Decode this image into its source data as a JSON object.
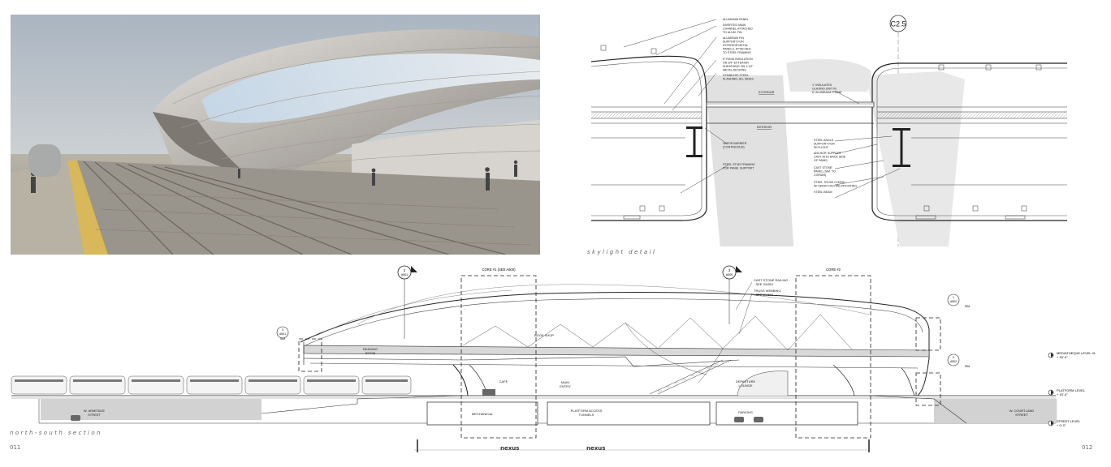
{
  "render": {
    "alt": ""
  },
  "detail": {
    "grid_tag": "C2.5",
    "caption": "skylight detail",
    "callouts_left": [
      "ALUMINUM PANEL",
      "INVERTED MAIN",
      "CHANNEL ATTACHED",
      "TO ALUM. FIN",
      "ALUMINUM FIN",
      "SUPPORT FOR",
      "EXTERIOR METAL",
      "PANELS. ATTACHED",
      "TO STEEL FRAMING",
      "6\" RIGID INSULATION",
      "ON 3/4\" EXTERIOR",
      "SHEATHING ON 1-1/2\"",
      "METAL DECKING",
      "STAINLESS STEEL",
      "FLASHING, ALL SIDES"
    ],
    "callouts_right": [
      "1\" INSULATED",
      "GLAZING UNIT IN",
      "6\" ALUMINUM FRAME"
    ],
    "label_exterior": "EXTERIOR",
    "label_interior": "INTERIOR",
    "callouts_mid_left": [
      "VAPOR BARRIER",
      "(CONTINUOUS)",
      "STEEL STUD FRAMING",
      "FOR PANEL SUPPORT"
    ],
    "callouts_mid_right": [
      "STEEL ANGLE",
      "SUPPORT FOR",
      "SKYLIGHT",
      "ANCHOR SUPPORT",
      "CAST INTO BACK SIDE",
      "OF PANEL",
      "CAST STONE",
      "PANEL (SIM. TO",
      "CORIAN)",
      "STEEL TRUSS CHORD",
      "W/ SPRAY-ON FIRE-PROOFING",
      "STEEL BEAM"
    ]
  },
  "section": {
    "caption": "north-south section",
    "marker_2_a501": [
      "2",
      "A501"
    ],
    "marker_3_a500": [
      "3",
      "A500"
    ],
    "marker_3_a501_sim": [
      "3",
      "A501",
      "SIM"
    ],
    "marker_1_a500_sim": [
      "1",
      "A500",
      "SIM"
    ],
    "marker_2_a502_sim": [
      "2",
      "A502",
      "SIM"
    ],
    "core1": "CORE #1 (SEE A500)",
    "core2": "CORE #2",
    "callout_railing": [
      "CAST STONE RAILING",
      "- SEE 3/A501"
    ],
    "callout_truss": [
      "TRUSS WEBBING",
      "- SEE 2/A501"
    ],
    "rooms": {
      "reading_room": [
        "READING",
        "ROOM"
      ],
      "book_shop": "BOOK SHOP",
      "cafe": "CAFE",
      "main_entry": [
        "MAIN",
        "ENTRY"
      ],
      "departure_lounge": [
        "DEPARTURE",
        "LOUNGE"
      ],
      "mechanical": "MECHANICAL",
      "platform_tunnels": [
        "PLATFORM ACCESS",
        "TUNNELS"
      ],
      "parking": "PARKING"
    },
    "streets": {
      "armitage": [
        "W. ARMITAGE",
        "STREET"
      ],
      "courtland": [
        "W. COURTLAND",
        "STREET"
      ]
    },
    "levels": [
      [
        "MEDIATHEQUE LEVEL 01",
        "+ 33'-0\""
      ],
      [
        "PLATFORM LEVEL",
        "+ 15'-0\""
      ],
      [
        "STREET LEVEL",
        "+ 0'-0\""
      ]
    ]
  },
  "footer": {
    "page_left": "011",
    "page_right": "012",
    "logo": "nexus"
  }
}
